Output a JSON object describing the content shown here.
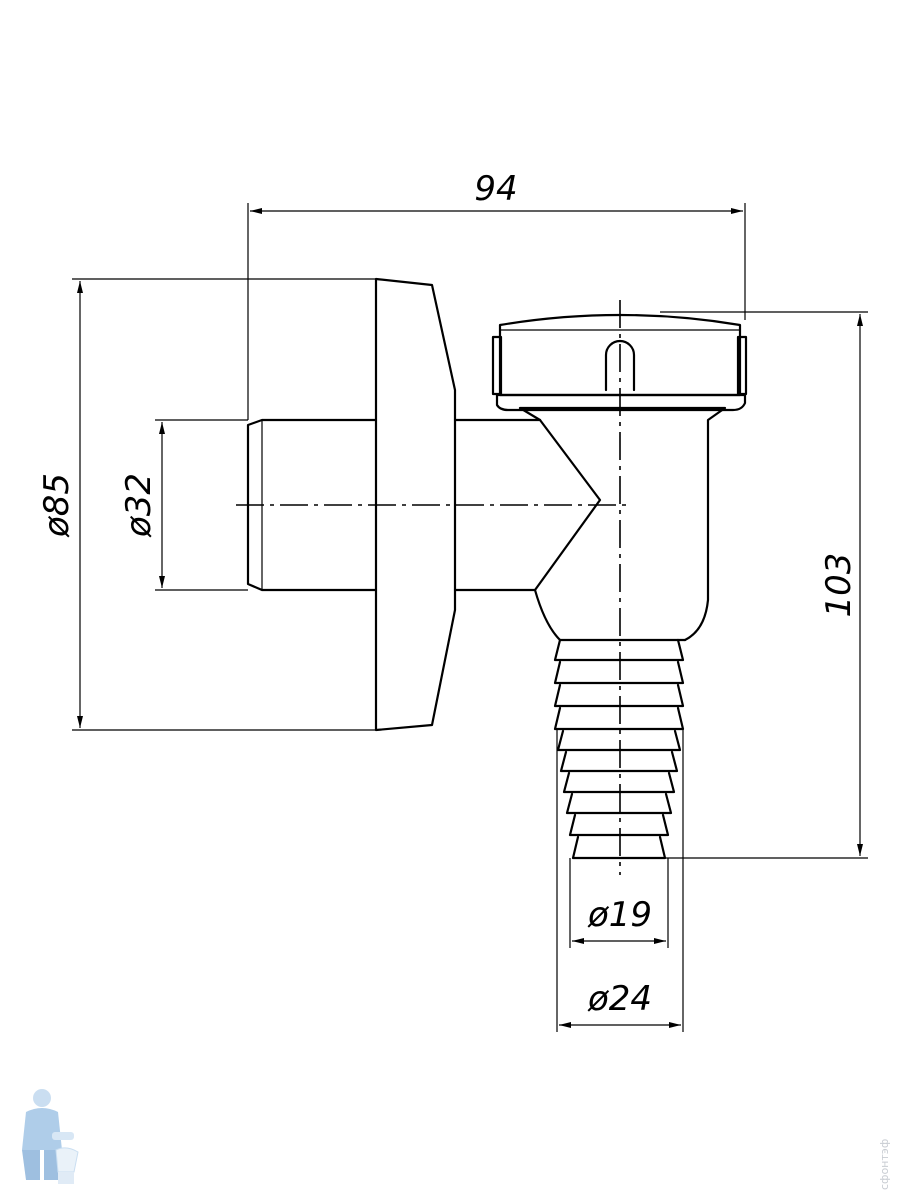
{
  "dimensions": {
    "overall_width": "94",
    "flange_diameter": "ø85",
    "pipe_diameter": "ø32",
    "height": "103",
    "hose_inner_diameter": "ø19",
    "hose_outer_diameter": "ø24"
  },
  "watermark": "сфонтэф"
}
